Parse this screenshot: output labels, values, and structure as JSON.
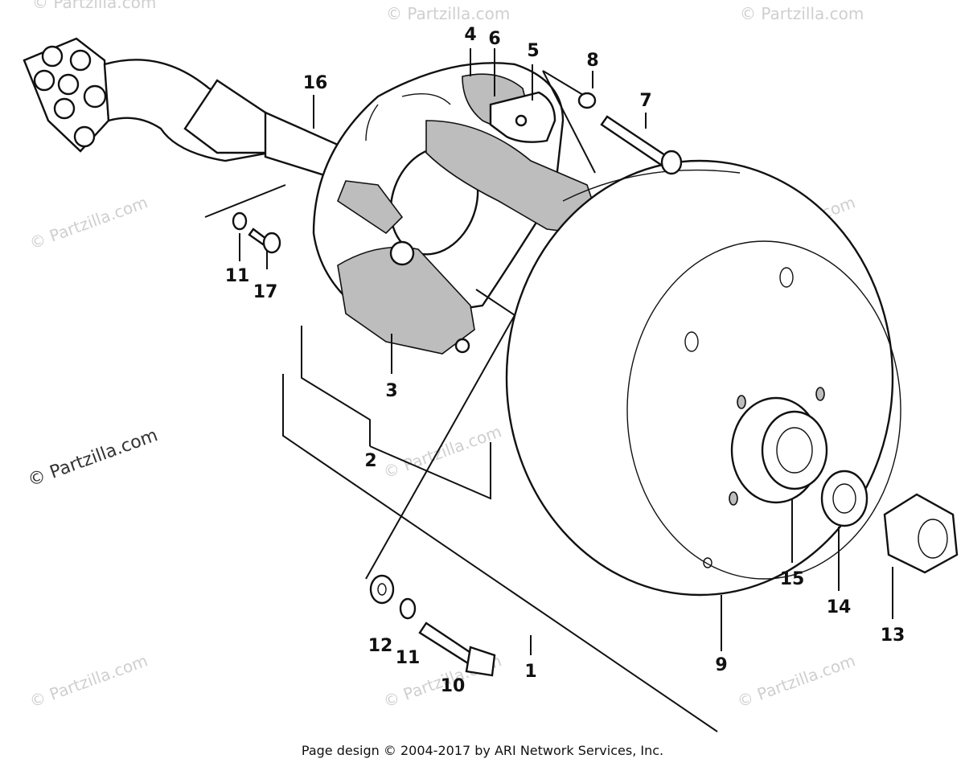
{
  "watermark": {
    "text": "© Partzilla.com",
    "prominent": "© Partzilla.com"
  },
  "labels": [
    {
      "id": "1",
      "text": "1"
    },
    {
      "id": "2",
      "text": "2"
    },
    {
      "id": "3",
      "text": "3"
    },
    {
      "id": "4",
      "text": "4"
    },
    {
      "id": "5",
      "text": "5"
    },
    {
      "id": "6",
      "text": "6"
    },
    {
      "id": "7",
      "text": "7"
    },
    {
      "id": "8",
      "text": "8"
    },
    {
      "id": "9",
      "text": "9"
    },
    {
      "id": "10",
      "text": "10"
    },
    {
      "id": "11a",
      "text": "11"
    },
    {
      "id": "11b",
      "text": "11"
    },
    {
      "id": "12",
      "text": "12"
    },
    {
      "id": "13",
      "text": "13"
    },
    {
      "id": "14",
      "text": "14"
    },
    {
      "id": "15",
      "text": "15"
    },
    {
      "id": "16",
      "text": "16"
    },
    {
      "id": "17",
      "text": "17"
    }
  ],
  "footer": "Page design © 2004-2017 by ARI Network Services, Inc."
}
